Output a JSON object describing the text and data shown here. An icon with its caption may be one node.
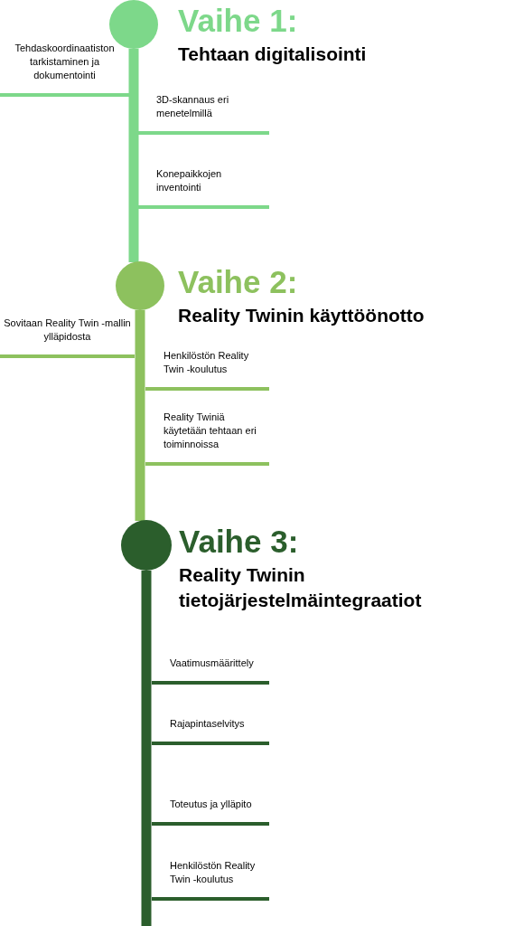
{
  "diagram": {
    "nodes": [
      {
        "text": [
          "Vaihe 1:",
          "Tehtaan digitalisointi"
        ]
      },
      {
        "text": [
          "Vaihe 2:",
          "Reality Twinin käyttöönotto"
        ]
      },
      {
        "text": [
          "Vaihe 3:",
          "Reality Twinin tietojärjestelmäintegraatiot"
        ]
      },
      {
        "text": [
          "Tehdaskoordinaatiston tarkistaminen ja dokumentointi"
        ]
      },
      {
        "text": [
          "3D-skannaus eri menetelmillä"
        ]
      },
      {
        "text": [
          "Konepaikkojen inventointi"
        ]
      },
      {
        "text": [
          "Sovitaan Reality Twin -mallin ylläpidosta"
        ]
      },
      {
        "text": [
          "Henkilöstön Reality Twin -koulutus"
        ]
      },
      {
        "text": [
          "Reality Twiniä käytetään tehtaan eri toiminnoissa"
        ]
      },
      {
        "text": [
          "Vaatimusmäärittely"
        ]
      },
      {
        "text": [
          "Rajapintaselvitys"
        ]
      },
      {
        "text": [
          "Toteutus ja ylläpito"
        ]
      },
      {
        "text": [
          "Henkilöstön Reality Twin -koulutus"
        ]
      }
    ],
    "edges": [
      {
        "from": 0,
        "to": 1,
        "arrow": "none",
        "color": "#7dd88a"
      },
      {
        "from": 1,
        "to": 2,
        "arrow": "none",
        "color": "#8dc15e"
      },
      {
        "from": 2,
        "to": null,
        "arrow": "none",
        "color": "#2b5e2c"
      }
    ]
  }
}
